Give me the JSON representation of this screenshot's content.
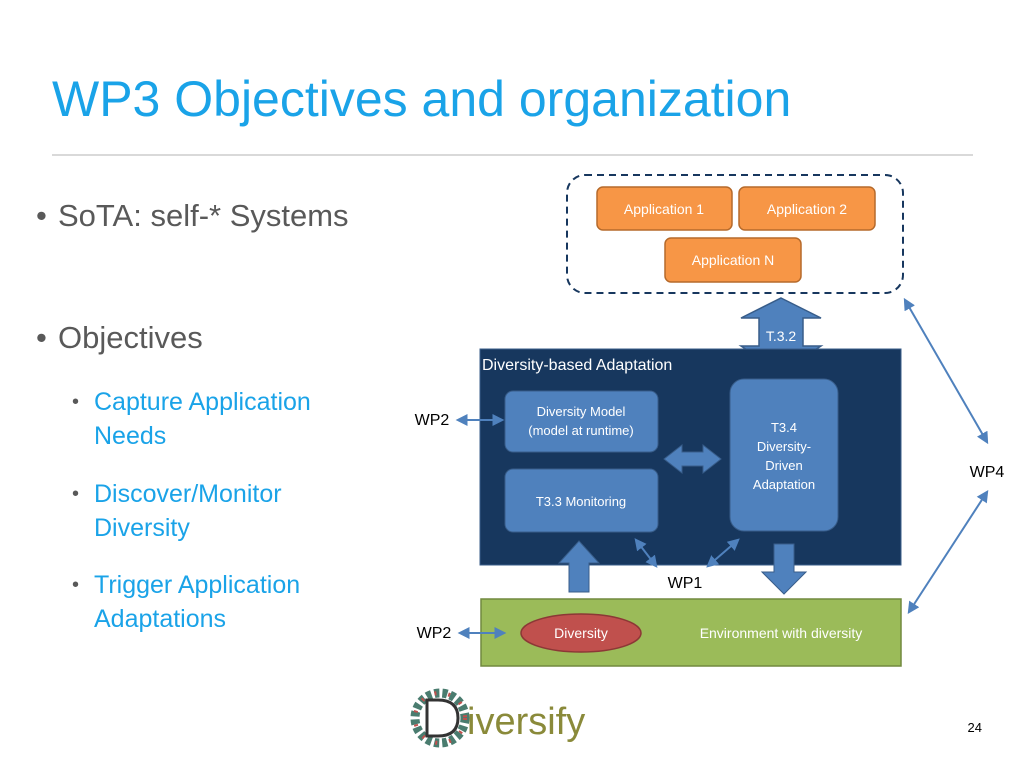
{
  "slide": {
    "title": "WP3 Objectives and organization",
    "page_number": "24"
  },
  "bullets": [
    {
      "text": "SoTA: self-* Systems"
    },
    {
      "text": "Objectives"
    }
  ],
  "sub_bullets": [
    {
      "text": "Capture Application Needs"
    },
    {
      "text": "Discover/Monitor Diversity"
    },
    {
      "text": "Trigger Application Adaptations"
    }
  ],
  "diagram": {
    "applications": [
      "Application 1",
      "Application 2",
      "Application N"
    ],
    "interface_label": "T.3.2",
    "adaptation_box_label": "Diversity-based Adaptation",
    "diversity_model": [
      "Diversity Model",
      "(model at runtime)"
    ],
    "monitoring": "T3.3 Monitoring",
    "adaptation_task": [
      "T3.4",
      "Diversity-",
      "Driven",
      "Adaptation"
    ],
    "wp_labels": {
      "wp2_top": "WP2",
      "wp2_bottom": "WP2",
      "wp1": "WP1",
      "wp4": "WP4"
    },
    "environment_label": "Environment with diversity",
    "diversity_ellipse": "Diversity"
  },
  "logo": {
    "text": "iversify"
  },
  "colors": {
    "title": "#1aa3e8",
    "orange_box": "#f79646",
    "navy_box": "#17375e",
    "blue_box": "#4f81bd",
    "green_box": "#9bbb59",
    "red_ellipse": "#c0504d"
  }
}
